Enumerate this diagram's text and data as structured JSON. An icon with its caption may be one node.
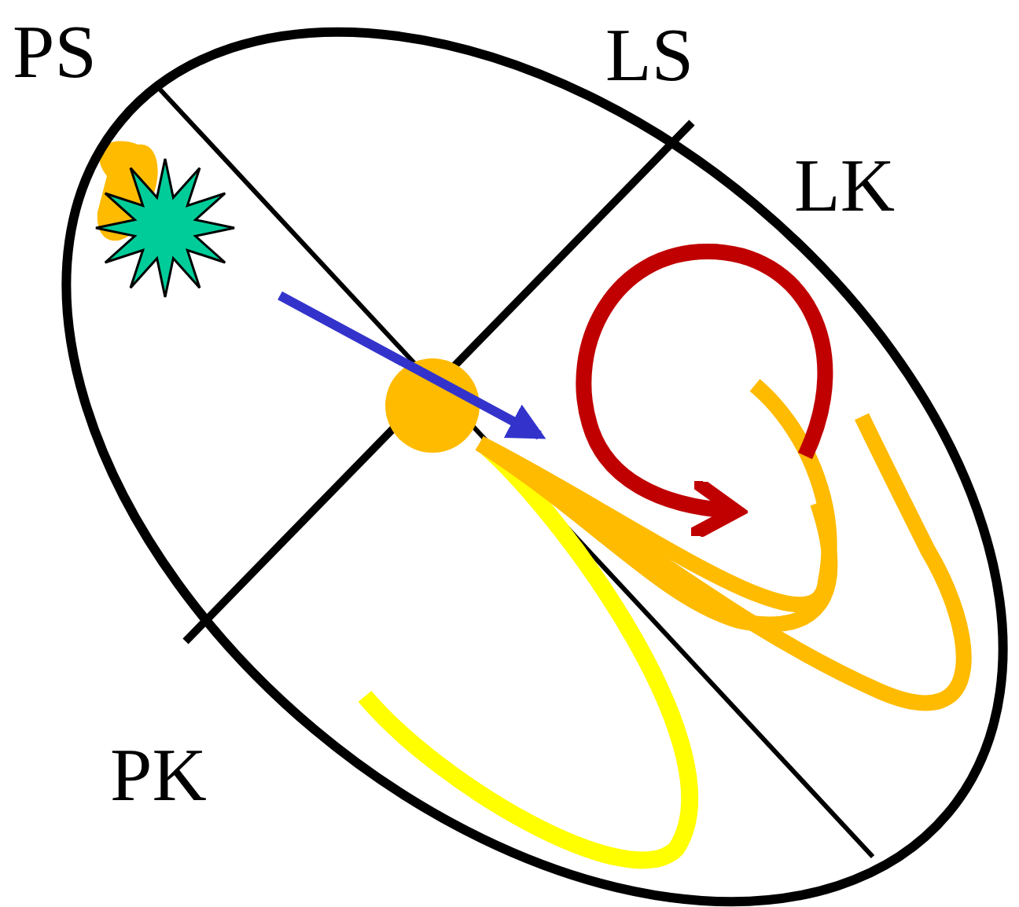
{
  "diagram": {
    "labels": [
      "PS",
      "LS",
      "LK",
      "PK"
    ]
  }
}
